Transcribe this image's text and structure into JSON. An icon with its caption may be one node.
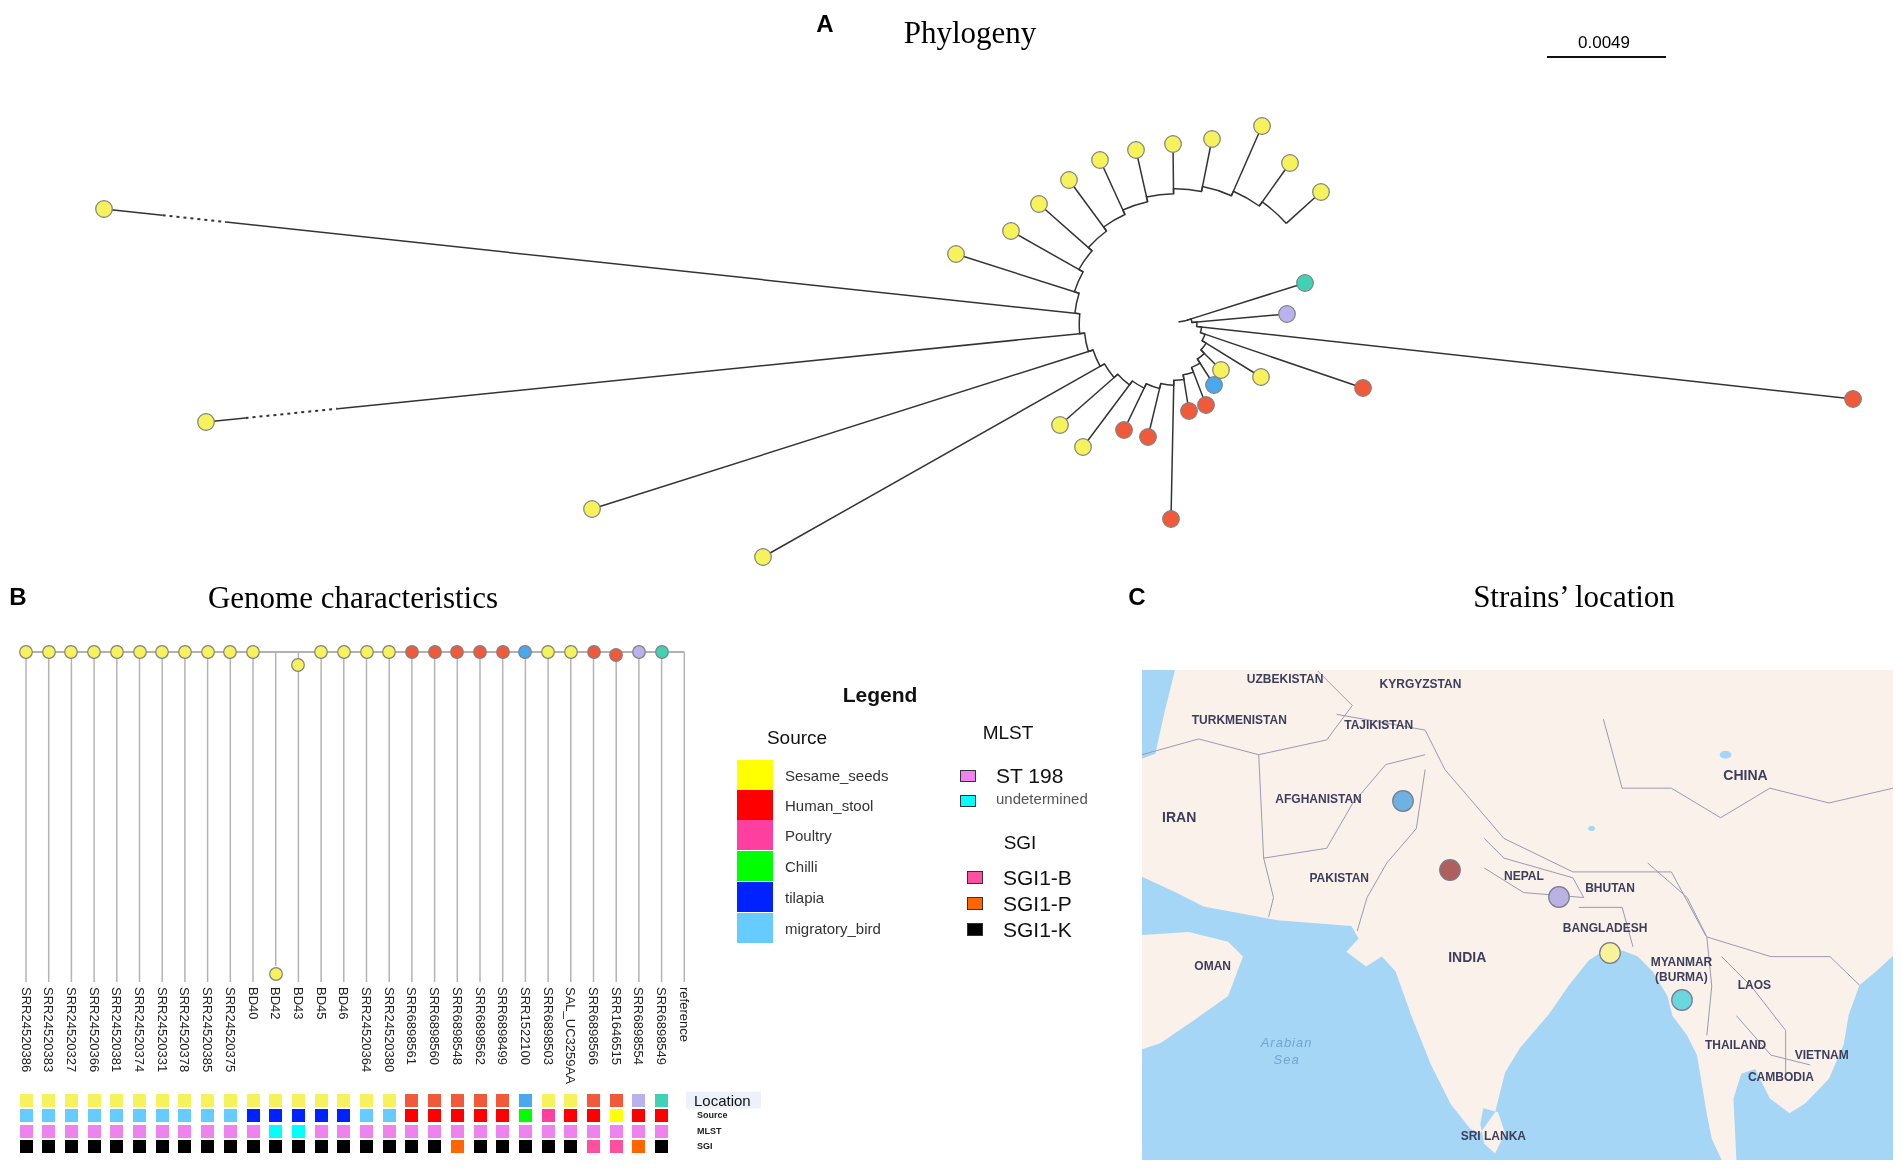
{
  "diagram": {
    "labels": [
      "A",
      "Phylogeny",
      "0.0049",
      "B",
      "Genome characteristics",
      "C",
      "Strains’ location",
      "SRR24520386",
      "SRR24520383",
      "SRR24520327",
      "SRR24520366",
      "SRR24520381",
      "SRR24520374",
      "SRR24520331",
      "SRR24520378",
      "SRR24520385",
      "SRR24520375",
      "BD40",
      "BD42",
      "BD43",
      "BD45",
      "BD46",
      "SRR24520364",
      "SRR24520380",
      "SRR6898561",
      "SRR6898560",
      "SRR6898548",
      "SRR6898562",
      "SRR6898499",
      "SRR1522100",
      "SRR6898503",
      "SAL_UC3259AA",
      "SRR6898566",
      "SRR1646515",
      "SRR6898554",
      "SRR6898549",
      "reference",
      "Location",
      "Source",
      "MLST",
      "SGI",
      "Legend",
      "Source",
      "MLST",
      "SGI",
      "UZBEKISTAN",
      "KYRGYZSTAN",
      "TURKMENISTAN",
      "TAJIKISTAN",
      "CHINA",
      "AFGHANISTAN",
      "IRAN",
      "PAKISTAN",
      "NEPAL",
      "BHUTAN",
      "BANGLADESH",
      "INDIA",
      "MYANMAR (BURMA)",
      "OMAN",
      "LAOS",
      "Arabian Sea",
      "THAILAND",
      "VIETNAM",
      "CAMBODIA",
      "SRI LANKA"
    ],
    "legend": [
      {
        "text": "Sesame_seeds",
        "color": "#ffff00"
      },
      {
        "text": "Human_stool",
        "color": "#ff0000"
      },
      {
        "text": "Poultry",
        "color": "#ff3fa0"
      },
      {
        "text": "Chilli",
        "color": "#00ff00"
      },
      {
        "text": "tilapia",
        "color": "#0022ff"
      },
      {
        "text": "migratory_bird",
        "color": "#66ccff"
      },
      {
        "text": "ST 198",
        "color": "#ee82ee"
      },
      {
        "text": "undetermined",
        "color": "#00ffff"
      },
      {
        "text": "SGI1-B",
        "color": "#ff4f9f"
      },
      {
        "text": "SGI1-P",
        "color": "#ff6600"
      },
      {
        "text": "SGI1-K",
        "color": "#000000"
      }
    ]
  }
}
